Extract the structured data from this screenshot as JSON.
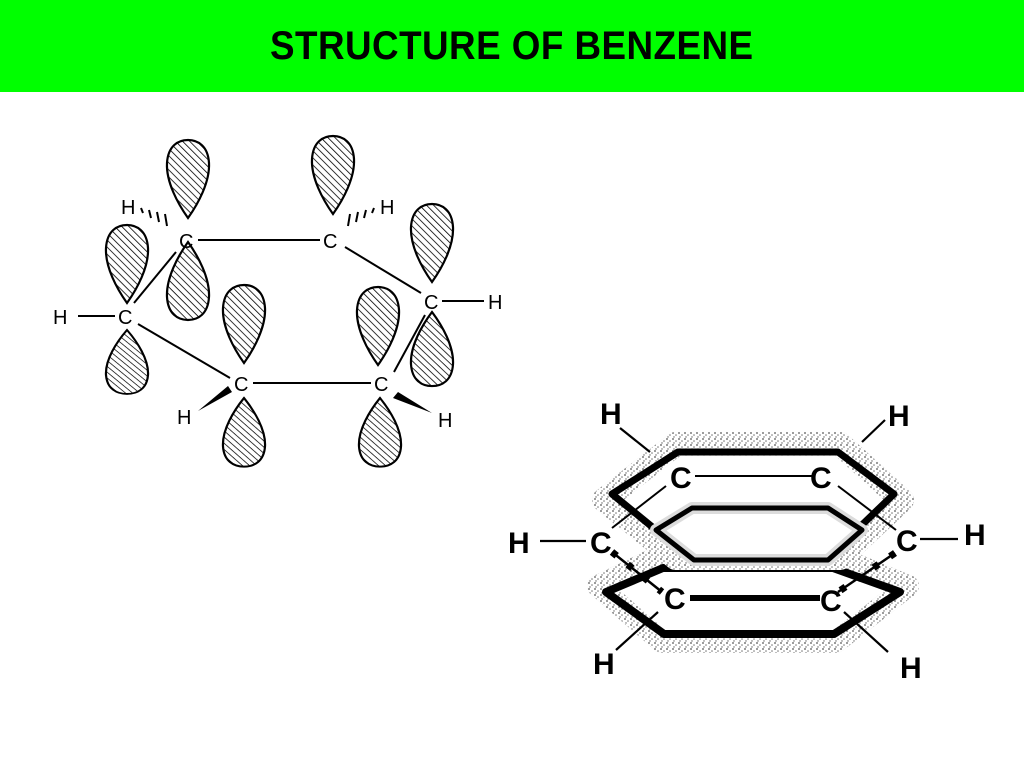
{
  "title": "STRUCTURE OF BENZENE",
  "colors": {
    "title_bg": "#00ff00",
    "title_text": "#000000",
    "ink": "#000000",
    "background": "#ffffff"
  },
  "orbital_diagram": {
    "carbon_label": "C",
    "hydrogen_label": "H"
  },
  "ring_diagram": {
    "carbon_label": "C",
    "hydrogen_label": "H"
  }
}
